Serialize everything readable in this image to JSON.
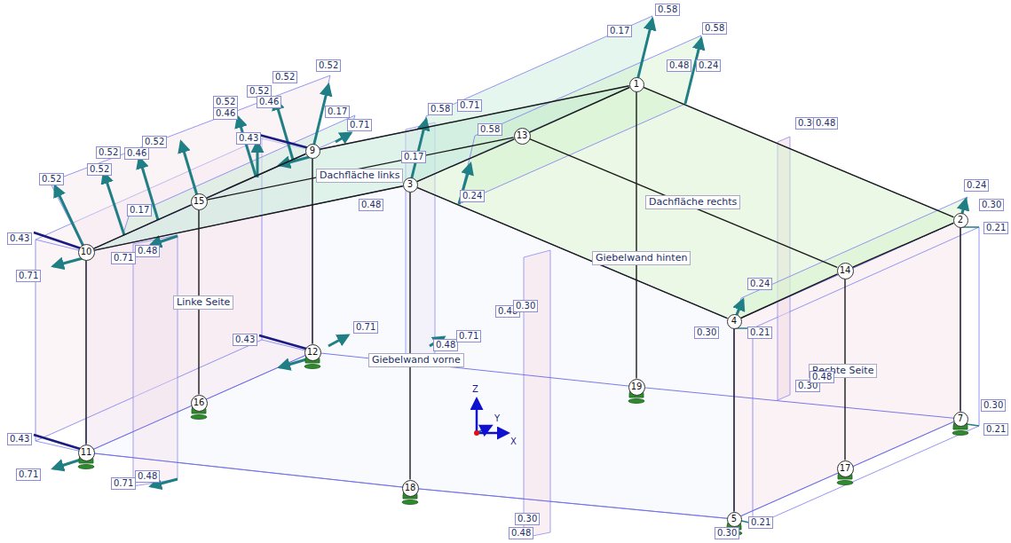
{
  "diagram": {
    "nodes": [
      {
        "text": [
          "1"
        ]
      },
      {
        "text": [
          "2"
        ]
      },
      {
        "text": [
          "3"
        ]
      },
      {
        "text": [
          "4"
        ]
      },
      {
        "text": [
          "5"
        ]
      },
      {
        "text": [
          "7"
        ]
      },
      {
        "text": [
          "9"
        ]
      },
      {
        "text": [
          "10"
        ]
      },
      {
        "text": [
          "11"
        ]
      },
      {
        "text": [
          "12"
        ]
      },
      {
        "text": [
          "13"
        ]
      },
      {
        "text": [
          "14"
        ]
      },
      {
        "text": [
          "15"
        ]
      },
      {
        "text": [
          "16"
        ]
      },
      {
        "text": [
          "17"
        ]
      },
      {
        "text": [
          "18"
        ]
      },
      {
        "text": [
          "19"
        ]
      }
    ],
    "edges": [
      {
        "from": 7,
        "to": 12,
        "arrow": "none"
      },
      {
        "from": 12,
        "to": 6,
        "arrow": "none"
      },
      {
        "from": 2,
        "to": 10,
        "arrow": "none"
      },
      {
        "from": 10,
        "to": 0,
        "arrow": "none"
      },
      {
        "from": 3,
        "to": 11,
        "arrow": "none"
      },
      {
        "from": 11,
        "to": 1,
        "arrow": "none"
      },
      {
        "from": 7,
        "to": 2,
        "arrow": "none"
      },
      {
        "from": 2,
        "to": 3,
        "arrow": "none"
      },
      {
        "from": 6,
        "to": 0,
        "arrow": "none"
      },
      {
        "from": 0,
        "to": 1,
        "arrow": "none"
      },
      {
        "from": 12,
        "to": 10,
        "arrow": "none"
      },
      {
        "from": 10,
        "to": 11,
        "arrow": "none"
      },
      {
        "from": 7,
        "to": 8,
        "arrow": "none"
      },
      {
        "from": 6,
        "to": 9,
        "arrow": "none"
      },
      {
        "from": 3,
        "to": 4,
        "arrow": "none"
      },
      {
        "from": 1,
        "to": 5,
        "arrow": "none"
      },
      {
        "from": 12,
        "to": 13,
        "arrow": "none"
      },
      {
        "from": 11,
        "to": 14,
        "arrow": "none"
      },
      {
        "from": 2,
        "to": 15,
        "arrow": "none"
      },
      {
        "from": 0,
        "to": 16,
        "arrow": "none"
      }
    ],
    "labels": [
      "Dachfläche links",
      "Dachfläche rechts",
      "Giebelwand hinten",
      "Linke Seite",
      "Giebelwand vorne",
      "Rechte Seite",
      "0.58",
      "0.58",
      "0.17",
      "0.48",
      "0.24",
      "0.52",
      "0.52",
      "0.52",
      "0.46",
      "0.52",
      "0.46",
      "0.43",
      "0.17",
      "0.71",
      "0.58",
      "0.58",
      "0.71",
      "0.17",
      "0.24",
      "0.48",
      "0.52",
      "0.46",
      "0.52",
      "0.52",
      "0.52",
      "0.17",
      "0.43",
      "0.71",
      "0.71",
      "0.48",
      "0.30",
      "0.48",
      "0.24",
      "0.30",
      "0.21",
      "0.24",
      "0.30",
      "0.21",
      "0.48",
      "0.30",
      "0.43",
      "0.71",
      "0.48",
      "0.71",
      "0.30",
      "0.48",
      "0.30",
      "0.21",
      "0.43",
      "0.71",
      "0.71",
      "0.48",
      "0.48",
      "0.30",
      "0.30",
      "0.21",
      "Z",
      "X",
      "Y"
    ]
  }
}
